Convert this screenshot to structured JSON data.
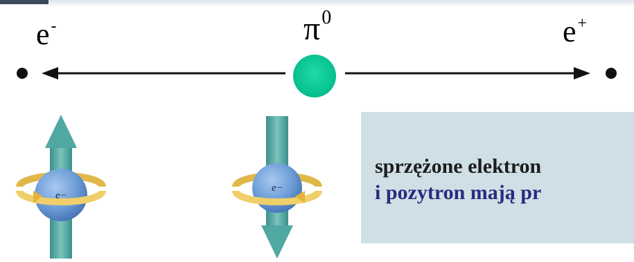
{
  "particles": {
    "electron_label": "e",
    "electron_sup": "-",
    "pion_label": "π",
    "pion_sup": "0",
    "positron_label": "e",
    "positron_sup": "+"
  },
  "spins": {
    "left_label": "e−",
    "right_label": "e−"
  },
  "info": {
    "line1": "sprzężone elektron",
    "line2": "i pozytron mają pr"
  },
  "colors": {
    "pion": "#00c896",
    "sphere": "#6f9fd8",
    "spin_arrow": "#4fa8a2",
    "ring": "#f0cf6a",
    "box": "#cfdfe5"
  }
}
